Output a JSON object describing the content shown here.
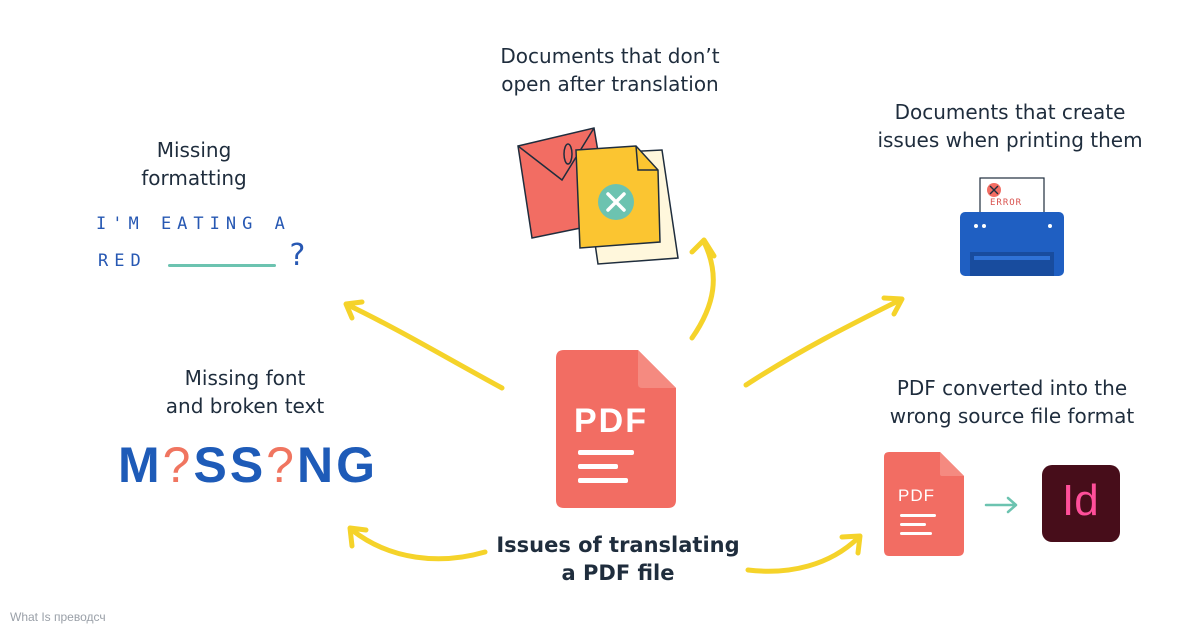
{
  "center": {
    "caption_line1": "Issues of translating",
    "caption_line2": "a PDF file",
    "pdf_label": "PDF"
  },
  "issues": {
    "not_open": {
      "line1": "Documents that don’t",
      "line2": "open after translation",
      "icon": "error-x-icon"
    },
    "printing": {
      "line1": "Documents that create",
      "line2": "issues when printing them",
      "printer_text": "ERROR",
      "icon": "printer-icon"
    },
    "formatting": {
      "line1": "Missing",
      "line2": "formatting",
      "sample_line1": "I'M EATING A",
      "sample_line2": "RED",
      "question": "?"
    },
    "font": {
      "line1": "Missing font",
      "line2": "and broken text",
      "word_part1": "M",
      "word_q1": "?",
      "word_part2": "SS",
      "word_q2": "?",
      "word_part3": "NG"
    },
    "converted": {
      "line1": "PDF converted into the",
      "line2": "wrong source file format",
      "pdf_label": "PDF",
      "indesign_label": "Id"
    }
  },
  "watermark": "What Is преводсч",
  "colors": {
    "arrow": "#f5d32a",
    "pdf_red": "#f26d63",
    "doc_yellow": "#fbc531",
    "printer_blue": "#1f5fc2",
    "teal": "#6cc3b0",
    "indesign_bg": "#470d1a",
    "indesign_pink": "#ff4f9a"
  }
}
